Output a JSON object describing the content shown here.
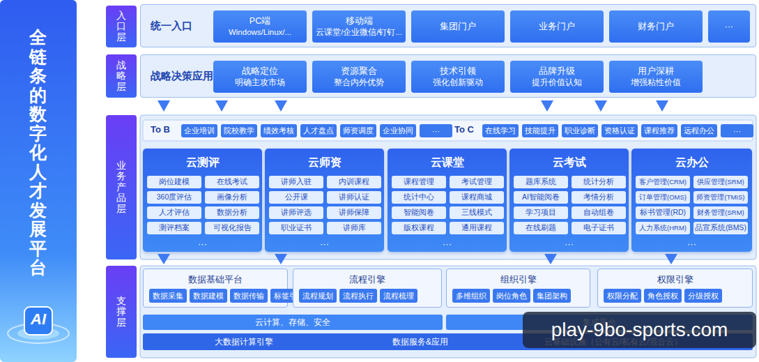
{
  "diagram": {
    "title": "全链条的数字化人才发展平台",
    "nodes": [
      {
        "text": [
          "入口层"
        ]
      },
      {
        "text": [
          "统一入口"
        ]
      },
      {
        "text": [
          "PC端",
          "Windows/Linux/..."
        ],
        "in": 1
      },
      {
        "text": [
          "移动端",
          "云课堂/企业微信/钉钉..."
        ],
        "in": 1
      },
      {
        "text": [
          "集团门户"
        ],
        "in": 1
      },
      {
        "text": [
          "业务门户"
        ],
        "in": 1
      },
      {
        "text": [
          "财务门户"
        ],
        "in": 1
      },
      {
        "text": [
          "···"
        ],
        "in": 1
      },
      {
        "text": [
          "战略层"
        ]
      },
      {
        "text": [
          "战略决策应用"
        ]
      },
      {
        "text": [
          "战略定位",
          "明确主攻市场"
        ],
        "in": 9
      },
      {
        "text": [
          "资源聚合",
          "整合内外优势"
        ],
        "in": 9
      },
      {
        "text": [
          "技术引领",
          "强化创新驱动"
        ],
        "in": 9
      },
      {
        "text": [
          "品牌升级",
          "提升价值认知"
        ],
        "in": 9
      },
      {
        "text": [
          "用户深耕",
          "增强粘性价值"
        ],
        "in": 9
      },
      {
        "text": [
          "业务产品层"
        ]
      },
      {
        "text": [
          "企业培训"
        ]
      },
      {
        "text": [
          "院校教学"
        ]
      },
      {
        "text": [
          "绩效考核"
        ]
      },
      {
        "text": [
          "人才盘点"
        ]
      },
      {
        "text": [
          "师资调度"
        ]
      },
      {
        "text": [
          "企业协同"
        ]
      },
      {
        "text": [
          "···"
        ]
      },
      {
        "text": [
          "在线学习"
        ]
      },
      {
        "text": [
          "技能提升"
        ]
      },
      {
        "text": [
          "职业诊断"
        ]
      },
      {
        "text": [
          "资格认证"
        ]
      },
      {
        "text": [
          "课程推荐"
        ]
      },
      {
        "text": [
          "远程办公"
        ]
      },
      {
        "text": [
          "···"
        ]
      },
      {
        "text": [
          "云测评",
          "···"
        ]
      },
      {
        "text": [
          "岗位建模"
        ],
        "in": 30
      },
      {
        "text": [
          "在线考试"
        ],
        "in": 30
      },
      {
        "text": [
          "360度评估"
        ],
        "in": 30
      },
      {
        "text": [
          "画像分析"
        ],
        "in": 30
      },
      {
        "text": [
          "人才评估"
        ],
        "in": 30
      },
      {
        "text": [
          "数据分析"
        ],
        "in": 30
      },
      {
        "text": [
          "测评档案"
        ],
        "in": 30
      },
      {
        "text": [
          "可视化报告"
        ],
        "in": 30
      },
      {
        "text": [
          "云师资",
          "···"
        ]
      },
      {
        "text": [
          "讲师入驻"
        ],
        "in": 39
      },
      {
        "text": [
          "内训课程"
        ],
        "in": 39
      },
      {
        "text": [
          "公开课"
        ],
        "in": 39
      },
      {
        "text": [
          "讲师认证"
        ],
        "in": 39
      },
      {
        "text": [
          "讲师评选"
        ],
        "in": 39
      },
      {
        "text": [
          "讲师保障"
        ],
        "in": 39
      },
      {
        "text": [
          "职业证书"
        ],
        "in": 39
      },
      {
        "text": [
          "讲师库"
        ],
        "in": 39
      },
      {
        "text": [
          "云课堂",
          "···"
        ]
      },
      {
        "text": [
          "课程管理"
        ],
        "in": 48
      },
      {
        "text": [
          "考试管理"
        ],
        "in": 48
      },
      {
        "text": [
          "统计中心"
        ],
        "in": 48
      },
      {
        "text": [
          "课程商城"
        ],
        "in": 48
      },
      {
        "text": [
          "智能阅卷"
        ],
        "in": 48
      },
      {
        "text": [
          "三线模式"
        ],
        "in": 48
      },
      {
        "text": [
          "版权课程"
        ],
        "in": 48
      },
      {
        "text": [
          "通用课程"
        ],
        "in": 48
      },
      {
        "text": [
          "云考试",
          "···"
        ]
      },
      {
        "text": [
          "题库系统"
        ],
        "in": 57
      },
      {
        "text": [
          "统计分析"
        ],
        "in": 57
      },
      {
        "text": [
          "AI智能阅卷"
        ],
        "in": 57
      },
      {
        "text": [
          "考情分析"
        ],
        "in": 57
      },
      {
        "text": [
          "学习项目"
        ],
        "in": 57
      },
      {
        "text": [
          "自动组卷"
        ],
        "in": 57
      },
      {
        "text": [
          "在线刷题"
        ],
        "in": 57
      },
      {
        "text": [
          "电子证书"
        ],
        "in": 57
      },
      {
        "text": [
          "云办公",
          "···"
        ]
      },
      {
        "text": [
          "客户管理(CRM)"
        ],
        "in": 66
      },
      {
        "text": [
          "供应管理(SRM)"
        ],
        "in": 66
      },
      {
        "text": [
          "订单管理(OMS)"
        ],
        "in": 66
      },
      {
        "text": [
          "师资管理(TMIS)"
        ],
        "in": 66
      },
      {
        "text": [
          "标书管理(RD)"
        ],
        "in": 66
      },
      {
        "text": [
          "财务管理(SRM)"
        ],
        "in": 66
      },
      {
        "text": [
          "人力系统(HRM)"
        ],
        "in": 66
      },
      {
        "text": [
          "品宣系统(BMS)"
        ],
        "in": 66
      },
      {
        "text": [
          "支撑层"
        ]
      },
      {
        "text": [
          "数据基础平台"
        ]
      },
      {
        "text": [
          "数据采集"
        ],
        "in": 76
      },
      {
        "text": [
          "数据建模"
        ],
        "in": 76
      },
      {
        "text": [
          "数据传输"
        ],
        "in": 76
      },
      {
        "text": [
          "标签引擎"
        ],
        "in": 76
      },
      {
        "text": [
          "流程引擎"
        ]
      },
      {
        "text": [
          "流程规划"
        ],
        "in": 81
      },
      {
        "text": [
          "流程执行"
        ],
        "in": 81
      },
      {
        "text": [
          "流程梳理"
        ],
        "in": 81
      },
      {
        "text": [
          "组织引擎"
        ]
      },
      {
        "text": [
          "多维组织"
        ],
        "in": 85
      },
      {
        "text": [
          "岗位角色"
        ],
        "in": 85
      },
      {
        "text": [
          "集团架构"
        ],
        "in": 85
      },
      {
        "text": [
          "权限引擎"
        ]
      },
      {
        "text": [
          "权限分配"
        ],
        "in": 89
      },
      {
        "text": [
          "角色授权"
        ],
        "in": 89
      },
      {
        "text": [
          "分级授权"
        ],
        "in": 89
      },
      {
        "text": [
          "云计算、存储、安全"
        ]
      },
      {
        "text": [
          "集成平台"
        ]
      },
      {
        "text": [
          "大数据计算引擎",
          "数据服务&应用",
          "云基础设施（公有云/私有云/混合云）"
        ]
      }
    ],
    "labels": [
      "To B",
      "To C",
      "AI",
      "play-9bo-sports.com"
    ]
  }
}
